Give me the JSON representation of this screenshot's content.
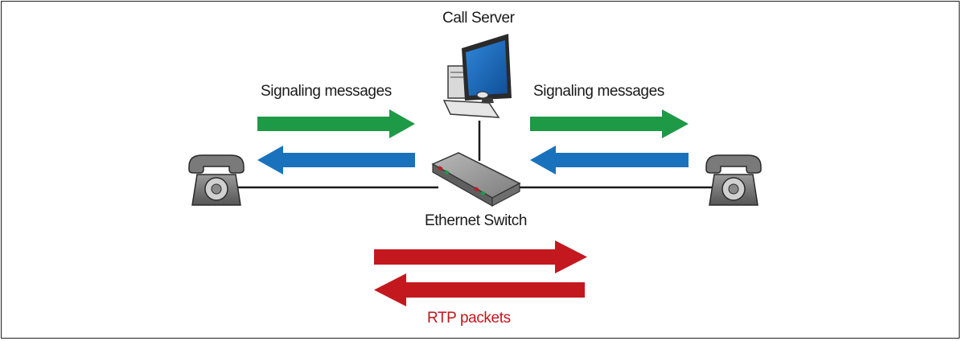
{
  "labels": {
    "call_server": "Call Server",
    "signaling_left": "Signaling messages",
    "signaling_right": "Signaling messages",
    "ethernet_switch": "Ethernet Switch",
    "rtp_packets": "RTP packets"
  },
  "colors": {
    "signaling_outbound": "#1e9945",
    "signaling_inbound": "#1a72bd",
    "rtp": "#c4181f",
    "rtp_label": "#c0161c",
    "line": "#1a1a1a",
    "phone": "#6f6f6f",
    "monitor_screen": "#1e6fc4",
    "switch_body": "#8a8a8a"
  },
  "icons": [
    "telephone-icon",
    "computer-icon",
    "ethernet-switch-icon"
  ]
}
